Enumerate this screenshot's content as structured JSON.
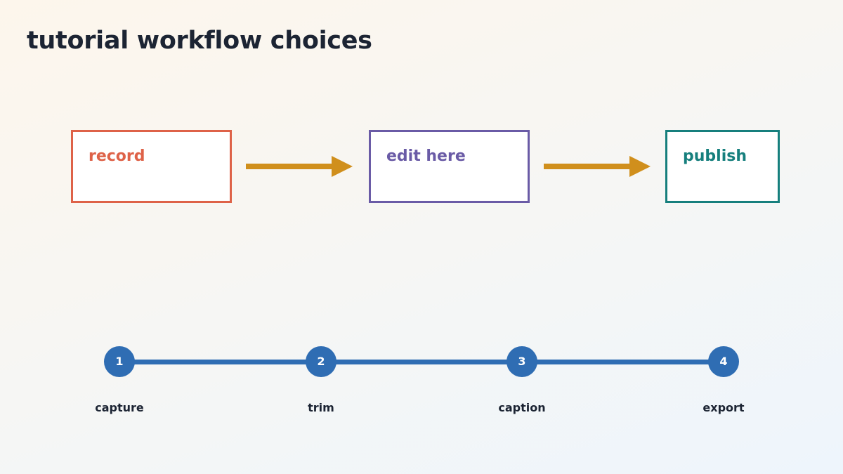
{
  "title": "tutorial workflow choices",
  "flow": {
    "boxes": [
      {
        "label": "record",
        "color": "#de6248"
      },
      {
        "label": "edit here",
        "color": "#6a5ba6"
      },
      {
        "label": "publish",
        "color": "#167f7d"
      }
    ],
    "arrow_color": "#d08f1c"
  },
  "timeline": {
    "color": "#2f6db3",
    "steps": [
      {
        "number": "1",
        "label": "capture"
      },
      {
        "number": "2",
        "label": "trim"
      },
      {
        "number": "3",
        "label": "caption"
      },
      {
        "number": "4",
        "label": "export"
      }
    ]
  }
}
